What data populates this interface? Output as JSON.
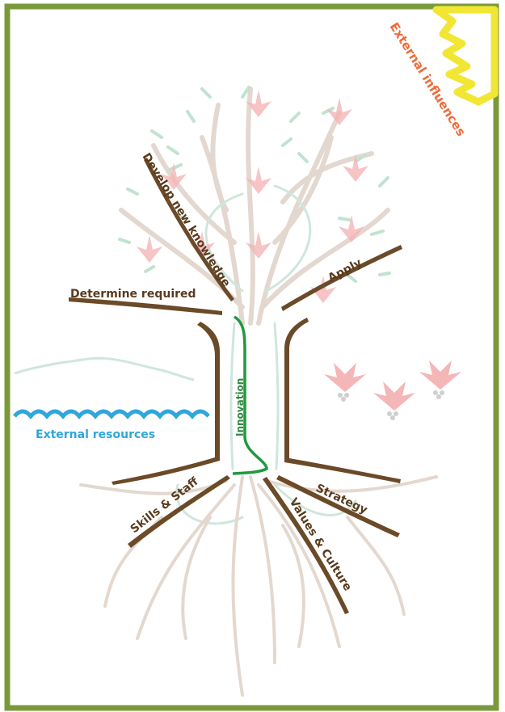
{
  "labels": {
    "external_influences": "External influences",
    "develop_new_knowledge": "Develop new knowledge",
    "determine_required": "Determine required",
    "apply": "Apply",
    "innovation": "Innovation",
    "external_resources": "External resources",
    "skills_staff": "Skills & Staff",
    "strategy": "Strategy",
    "values_culture": "Values & Culture"
  },
  "colors": {
    "border": "#7a9a3a",
    "branch_brown": "#6b4a28",
    "sun": "#f2e634",
    "external_influences_text": "#ef6a36",
    "water": "#2fa6dd",
    "innovation_line": "#1f9a3d",
    "background_tree": "#e3d8cf",
    "leaf": "#bfe3cf",
    "flower": "#f4b6b6"
  },
  "icons": {
    "sun": "sun-icon",
    "flower": "flower-icon",
    "water": "wave-icon"
  }
}
